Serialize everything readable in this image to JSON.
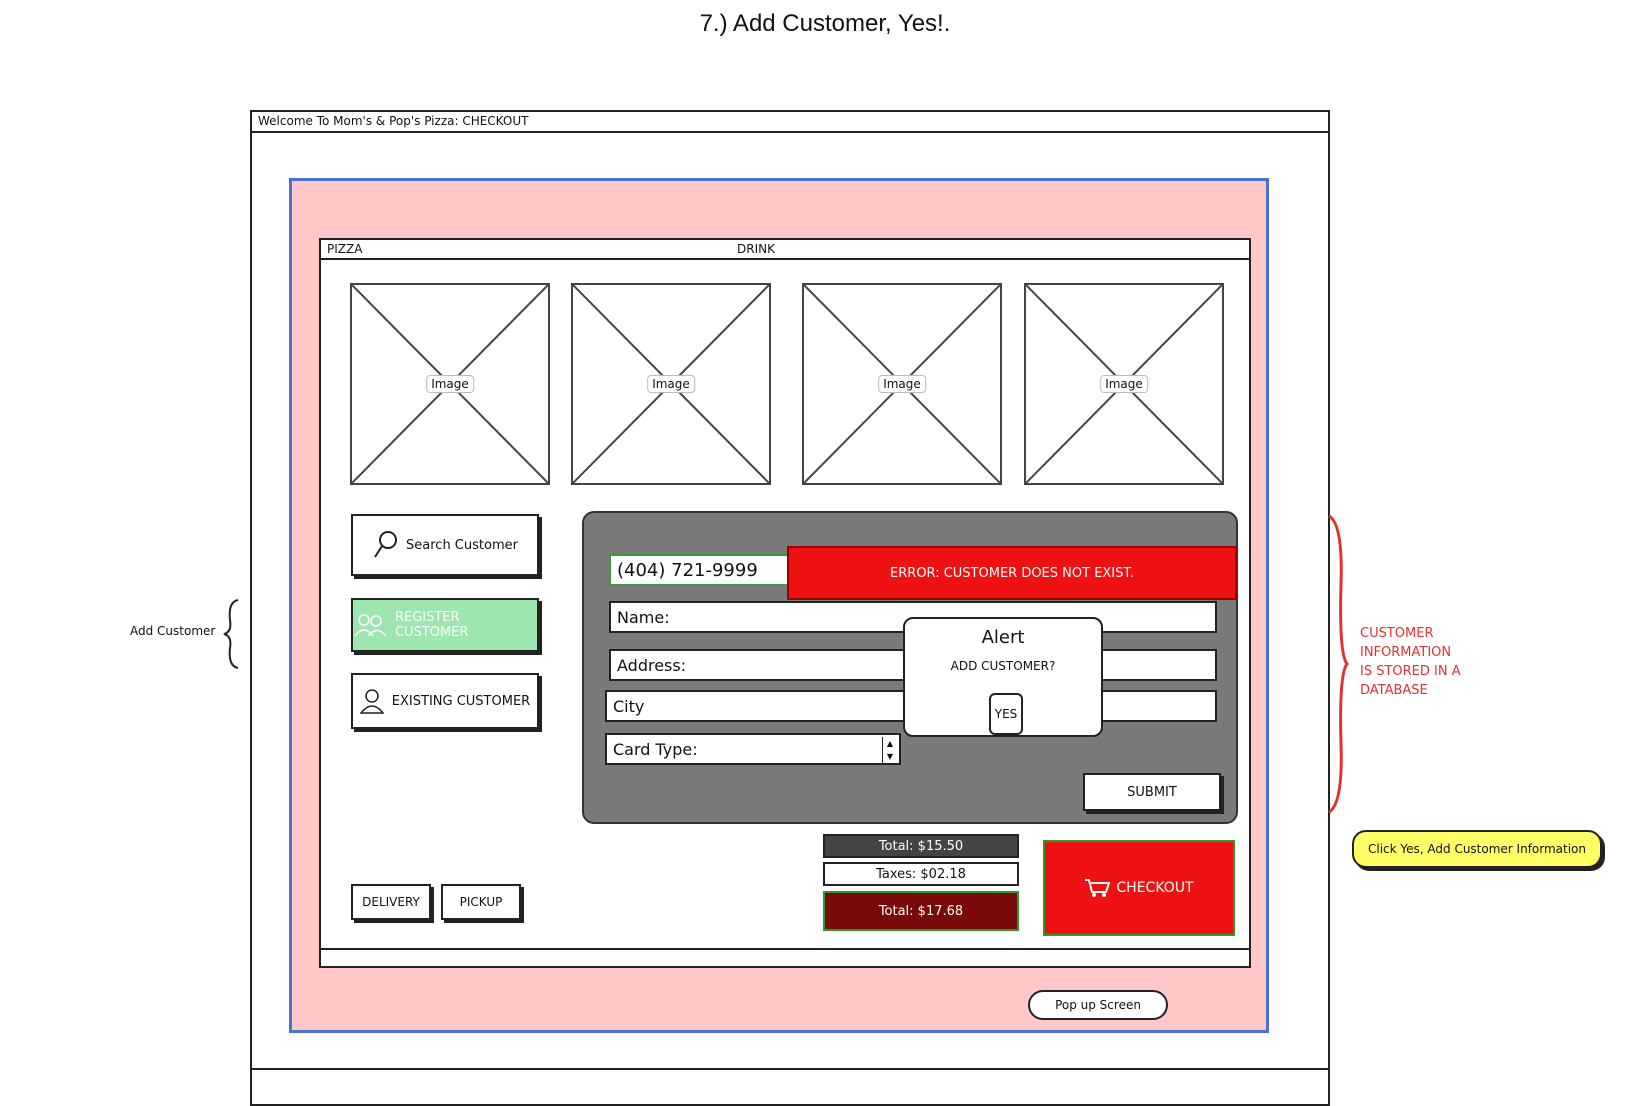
{
  "page": {
    "title": "7.) Add Customer, Yes!."
  },
  "window": {
    "title": "Welcome To Mom's & Pop's Pizza: CHECKOUT"
  },
  "tabs": {
    "pizza": "PIZZA",
    "drink": "DRINK"
  },
  "images": [
    {
      "label": "Image"
    },
    {
      "label": "Image"
    },
    {
      "label": "Image"
    },
    {
      "label": "Image"
    }
  ],
  "sidebar": {
    "search": "Search Customer",
    "register": "REGISTER CUSTOMER",
    "existing": "EXISTING CUSTOMER"
  },
  "form": {
    "phone": "(404) 721-9999",
    "name": "Name:",
    "address": "Address:",
    "city": "City",
    "card_type": "Card Type:",
    "submit": "SUBMIT"
  },
  "error": {
    "message": "ERROR: CUSTOMER DOES NOT EXIST."
  },
  "alert": {
    "title": "Alert",
    "message": "ADD CUSTOMER?",
    "yes": "YES"
  },
  "totals": {
    "subtotal": "Total:  $15.50",
    "taxes": "Taxes:  $02.18",
    "total": "Total:  $17.68"
  },
  "checkout": {
    "label": "CHECKOUT"
  },
  "order_type": {
    "delivery": "DELIVERY",
    "pickup": "PICKUP"
  },
  "annotations": {
    "popup": "Pop up Screen",
    "db_note": [
      "CUSTOMER",
      "INFORMATION",
      "IS STORED IN A",
      "DATABASE"
    ],
    "yes_note": "Click Yes, Add Customer Information",
    "left_note": "Add Customer"
  },
  "colors": {
    "popup_bg": "#ffc7c7",
    "popup_border": "#4a72d6",
    "panel": "#7a7a7a",
    "error": "#ee1111",
    "green": "#9ee6b0",
    "dark_total": "#7a0a0a",
    "note_red": "#e53030",
    "note_yellow": "#ffff66"
  }
}
